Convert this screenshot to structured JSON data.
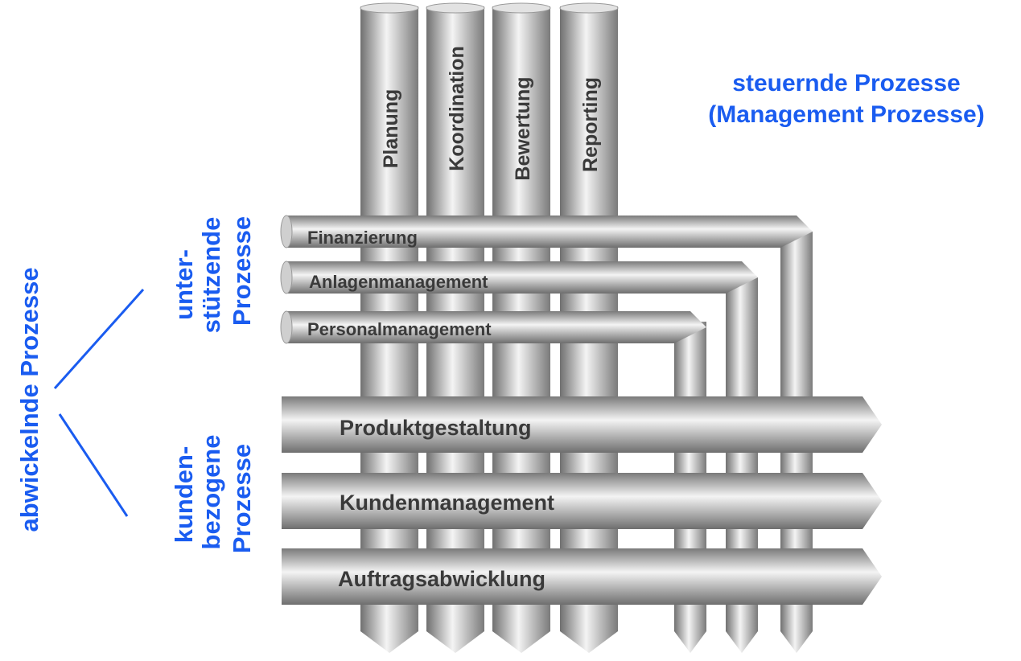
{
  "management": {
    "title_line1": "steuernde Prozesse",
    "title_line2": "(Management Prozesse)",
    "columns": [
      "Planung",
      "Koordination",
      "Bewertung",
      "Reporting"
    ]
  },
  "support": {
    "label_line1": "unter-",
    "label_line2": "stützende",
    "label_line3": "Prozesse",
    "rows": [
      "Finanzierung",
      "Anlagenmanagement",
      "Personalmanagement"
    ]
  },
  "customer": {
    "label_line1": "kunden-",
    "label_line2": "bezogene",
    "label_line3": "Prozesse",
    "rows": [
      "Produktgestaltung",
      "Kundenmanagement",
      "Auftragsabwicklung"
    ]
  },
  "operational": {
    "label": "abwickelnde Prozesse"
  },
  "colors": {
    "accent": "#1a5cf0",
    "pipe_dark": "#6e6e6e",
    "pipe_light": "#f4f4f4",
    "pipe_text": "#3a3a3a"
  }
}
